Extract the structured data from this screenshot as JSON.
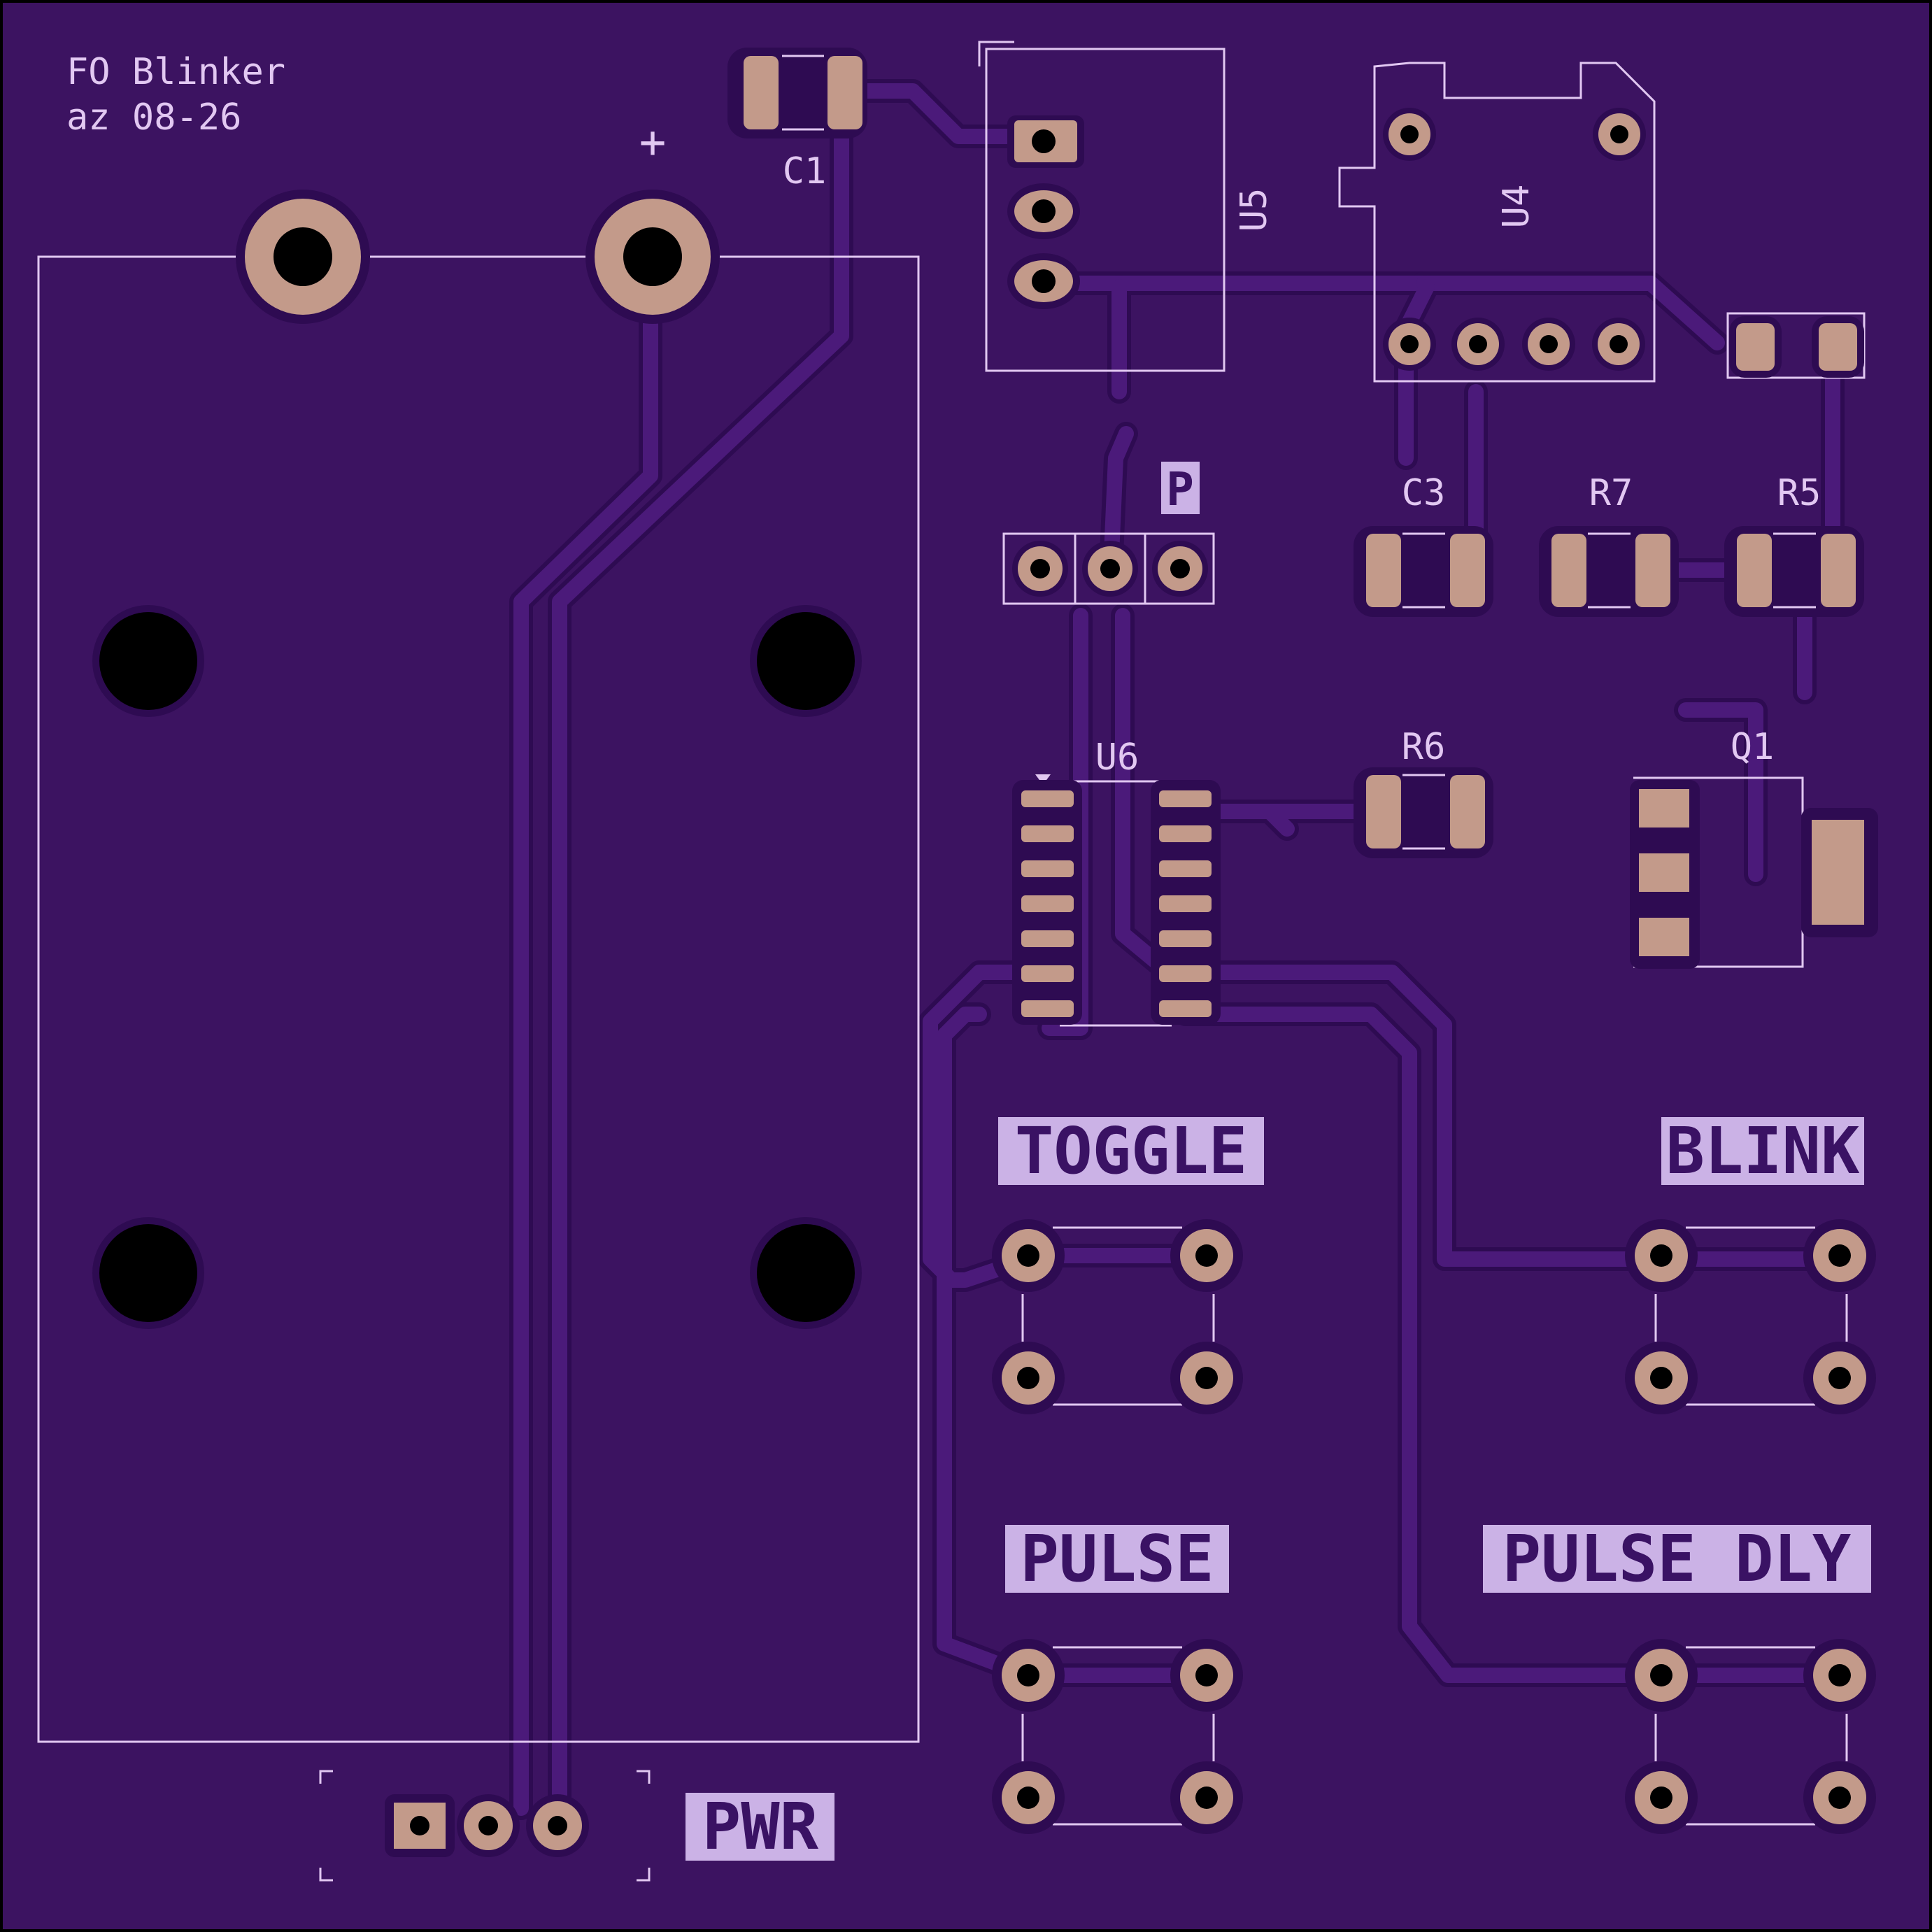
{
  "board": {
    "title_line1": "FO Blinker",
    "title_line2": "az 08-26",
    "plus_mark": "+"
  },
  "colors": {
    "substrate": "#3c1361",
    "trace": "#4b1a7a",
    "trace_edge": "#2e0b52",
    "silkscreen": "#e2c8f2",
    "copper": "#c39a8a",
    "label_bg": "#cbb2e6",
    "label_fg": "#3a1264",
    "drill": "#000000"
  },
  "refs": {
    "c1": "C1",
    "u5": "U5",
    "u4": "U4",
    "c3": "C3",
    "r7": "R7",
    "r5": "R5",
    "r6": "R6",
    "q1": "Q1",
    "u6": "U6"
  },
  "labels": {
    "p": "P",
    "toggle": "TOGGLE",
    "blink": "BLINK",
    "pulse": "PULSE",
    "pulse_dly": "PULSE DLY",
    "pwr": "PWR"
  }
}
